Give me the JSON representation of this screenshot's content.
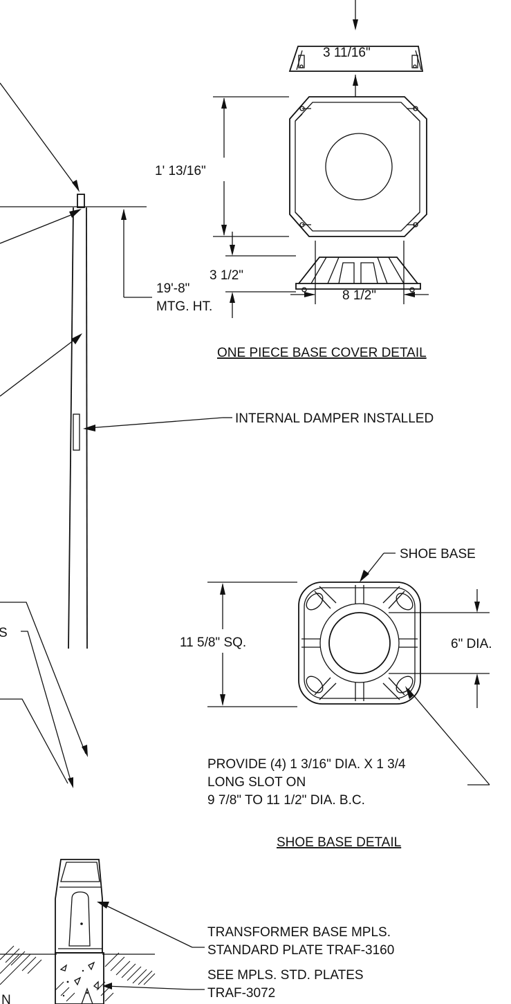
{
  "labels": {
    "cover_height": "3 11/16\"",
    "cover_width": "1' 13/16\"",
    "cover_depth": "8 1/2\"",
    "mounting_height_value": "19'-8\"",
    "mounting_height_label": "MTG. HT.",
    "cover_detail_title": "ONE PIECE BASE COVER DETAIL",
    "internal_damper": "INTERNAL DAMPER INSTALLED",
    "shoe_height": "3 1/2\"",
    "shoe_base": "SHOE BASE",
    "shoe_square": "11 5/8\" SQ.",
    "shoe_hole_dia": "6\" DIA.",
    "slot_note_line1": "PROVIDE (4) 1 3/16\" DIA. X 1 3/4",
    "slot_note_line2": "LONG SLOT ON",
    "slot_note_line3": "9 7/8\" TO 11 1/2\" DIA. B.C.",
    "shoe_detail_title": "SHOE BASE DETAIL",
    "transformer_line1": "TRANSFORMER BASE MPLS.",
    "transformer_line2": "STANDARD PLATE TRAF-3160",
    "std_plates_line1": "SEE MPLS. STD. PLATES",
    "std_plates_line2": "TRAF-3072",
    "cutoff_s": "S",
    "cutoff_n": "N"
  }
}
